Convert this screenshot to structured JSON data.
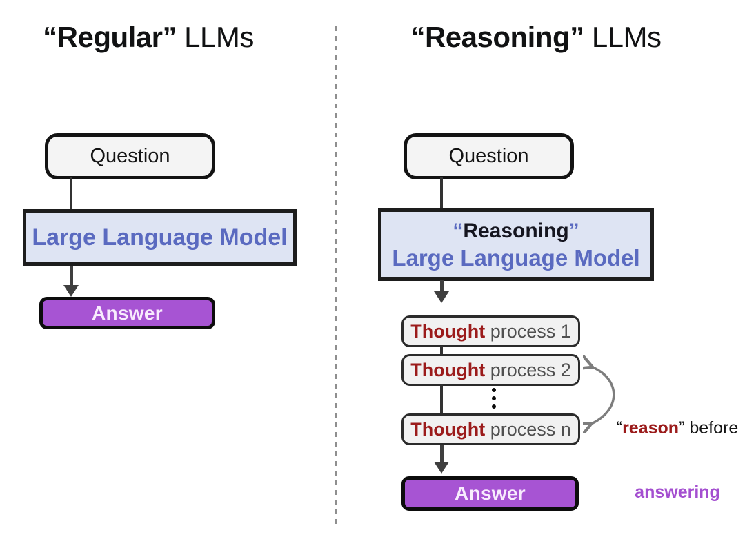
{
  "titles": {
    "left": {
      "bold": "“Regular”",
      "rest": " LLMs"
    },
    "right": {
      "bold": "“Reasoning”",
      "rest": " LLMs"
    }
  },
  "left_flow": {
    "question_label": "Question",
    "llm_label": "Large Language Model",
    "answer_label": "Answer"
  },
  "right_flow": {
    "question_label": "Question",
    "llm_quote_open": "“",
    "llm_bold": "Reasoning",
    "llm_quote_close": "”",
    "llm_line2": "Large Language Model",
    "thoughts": [
      {
        "bold": "Thought",
        "rest": " process 1"
      },
      {
        "bold": "Thought",
        "rest": " process 2"
      },
      {
        "bold": "Thought",
        "rest": " process n"
      }
    ],
    "answer_label": "Answer"
  },
  "annotation": {
    "quote_open": "“",
    "highlight": "reason",
    "quote_close": "”",
    "rest": " before",
    "line2": "answering"
  },
  "icons": {
    "ellipsis": "vertical-ellipsis-icon",
    "divider": "dashed-vertical-divider",
    "curved_arrow": "curved-double-arrow-icon",
    "down_arrow": "down-arrow-icon"
  },
  "colors": {
    "lavender_fill": "#dee4f3",
    "periwinkle_text": "#5a6ac0",
    "purple_fill": "#a754d3",
    "answer_text": "#f8ecfd",
    "dark_red": "#9b1b1b",
    "process_gray": "#4f4f4f",
    "arrow_gray": "#3f3f3f",
    "annotation_arrow_gray": "#7d7d7d",
    "annotation_purple": "#a44fd0",
    "box_border": "#131313",
    "light_gray_fill": "#f4f4f4"
  }
}
